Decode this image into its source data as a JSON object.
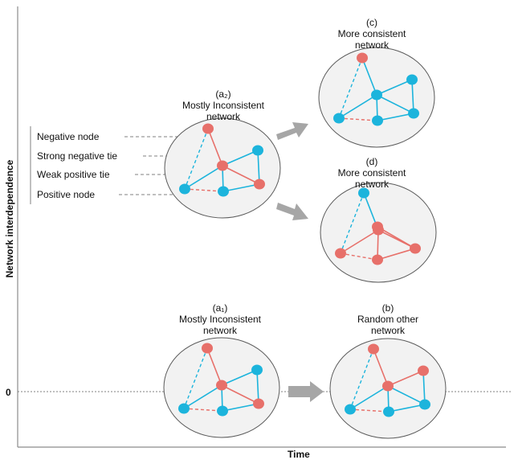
{
  "axes": {
    "y_label": "Network interdependence",
    "x_label": "Time",
    "zero_label": "0"
  },
  "legend": {
    "negative_node": "Negative node",
    "strong_negative_tie": "Strong negative tie",
    "weak_positive_tie": "Weak positive tie",
    "positive_node": "Positive node"
  },
  "networks": {
    "a2": {
      "tag": "(a₂)",
      "line1": "Mostly Inconsistent",
      "line2": "network"
    },
    "c": {
      "tag": "(c)",
      "line1": "More consistent",
      "line2": "network"
    },
    "d": {
      "tag": "(d)",
      "line1": "More consistent",
      "line2": "network"
    },
    "a1": {
      "tag": "(a₁)",
      "line1": "Mostly Inconsistent",
      "line2": "network"
    },
    "b": {
      "tag": "(b)",
      "line1": "Random other",
      "line2": "network"
    }
  },
  "colors": {
    "positive": "#1cb4dc",
    "negative": "#e7706a",
    "ellipse_fill": "#f2f2f2",
    "ellipse_stroke": "#5a5a5a",
    "arrow": "#a6a6a6",
    "axis": "#8c8c8c",
    "leader": "#808080"
  }
}
